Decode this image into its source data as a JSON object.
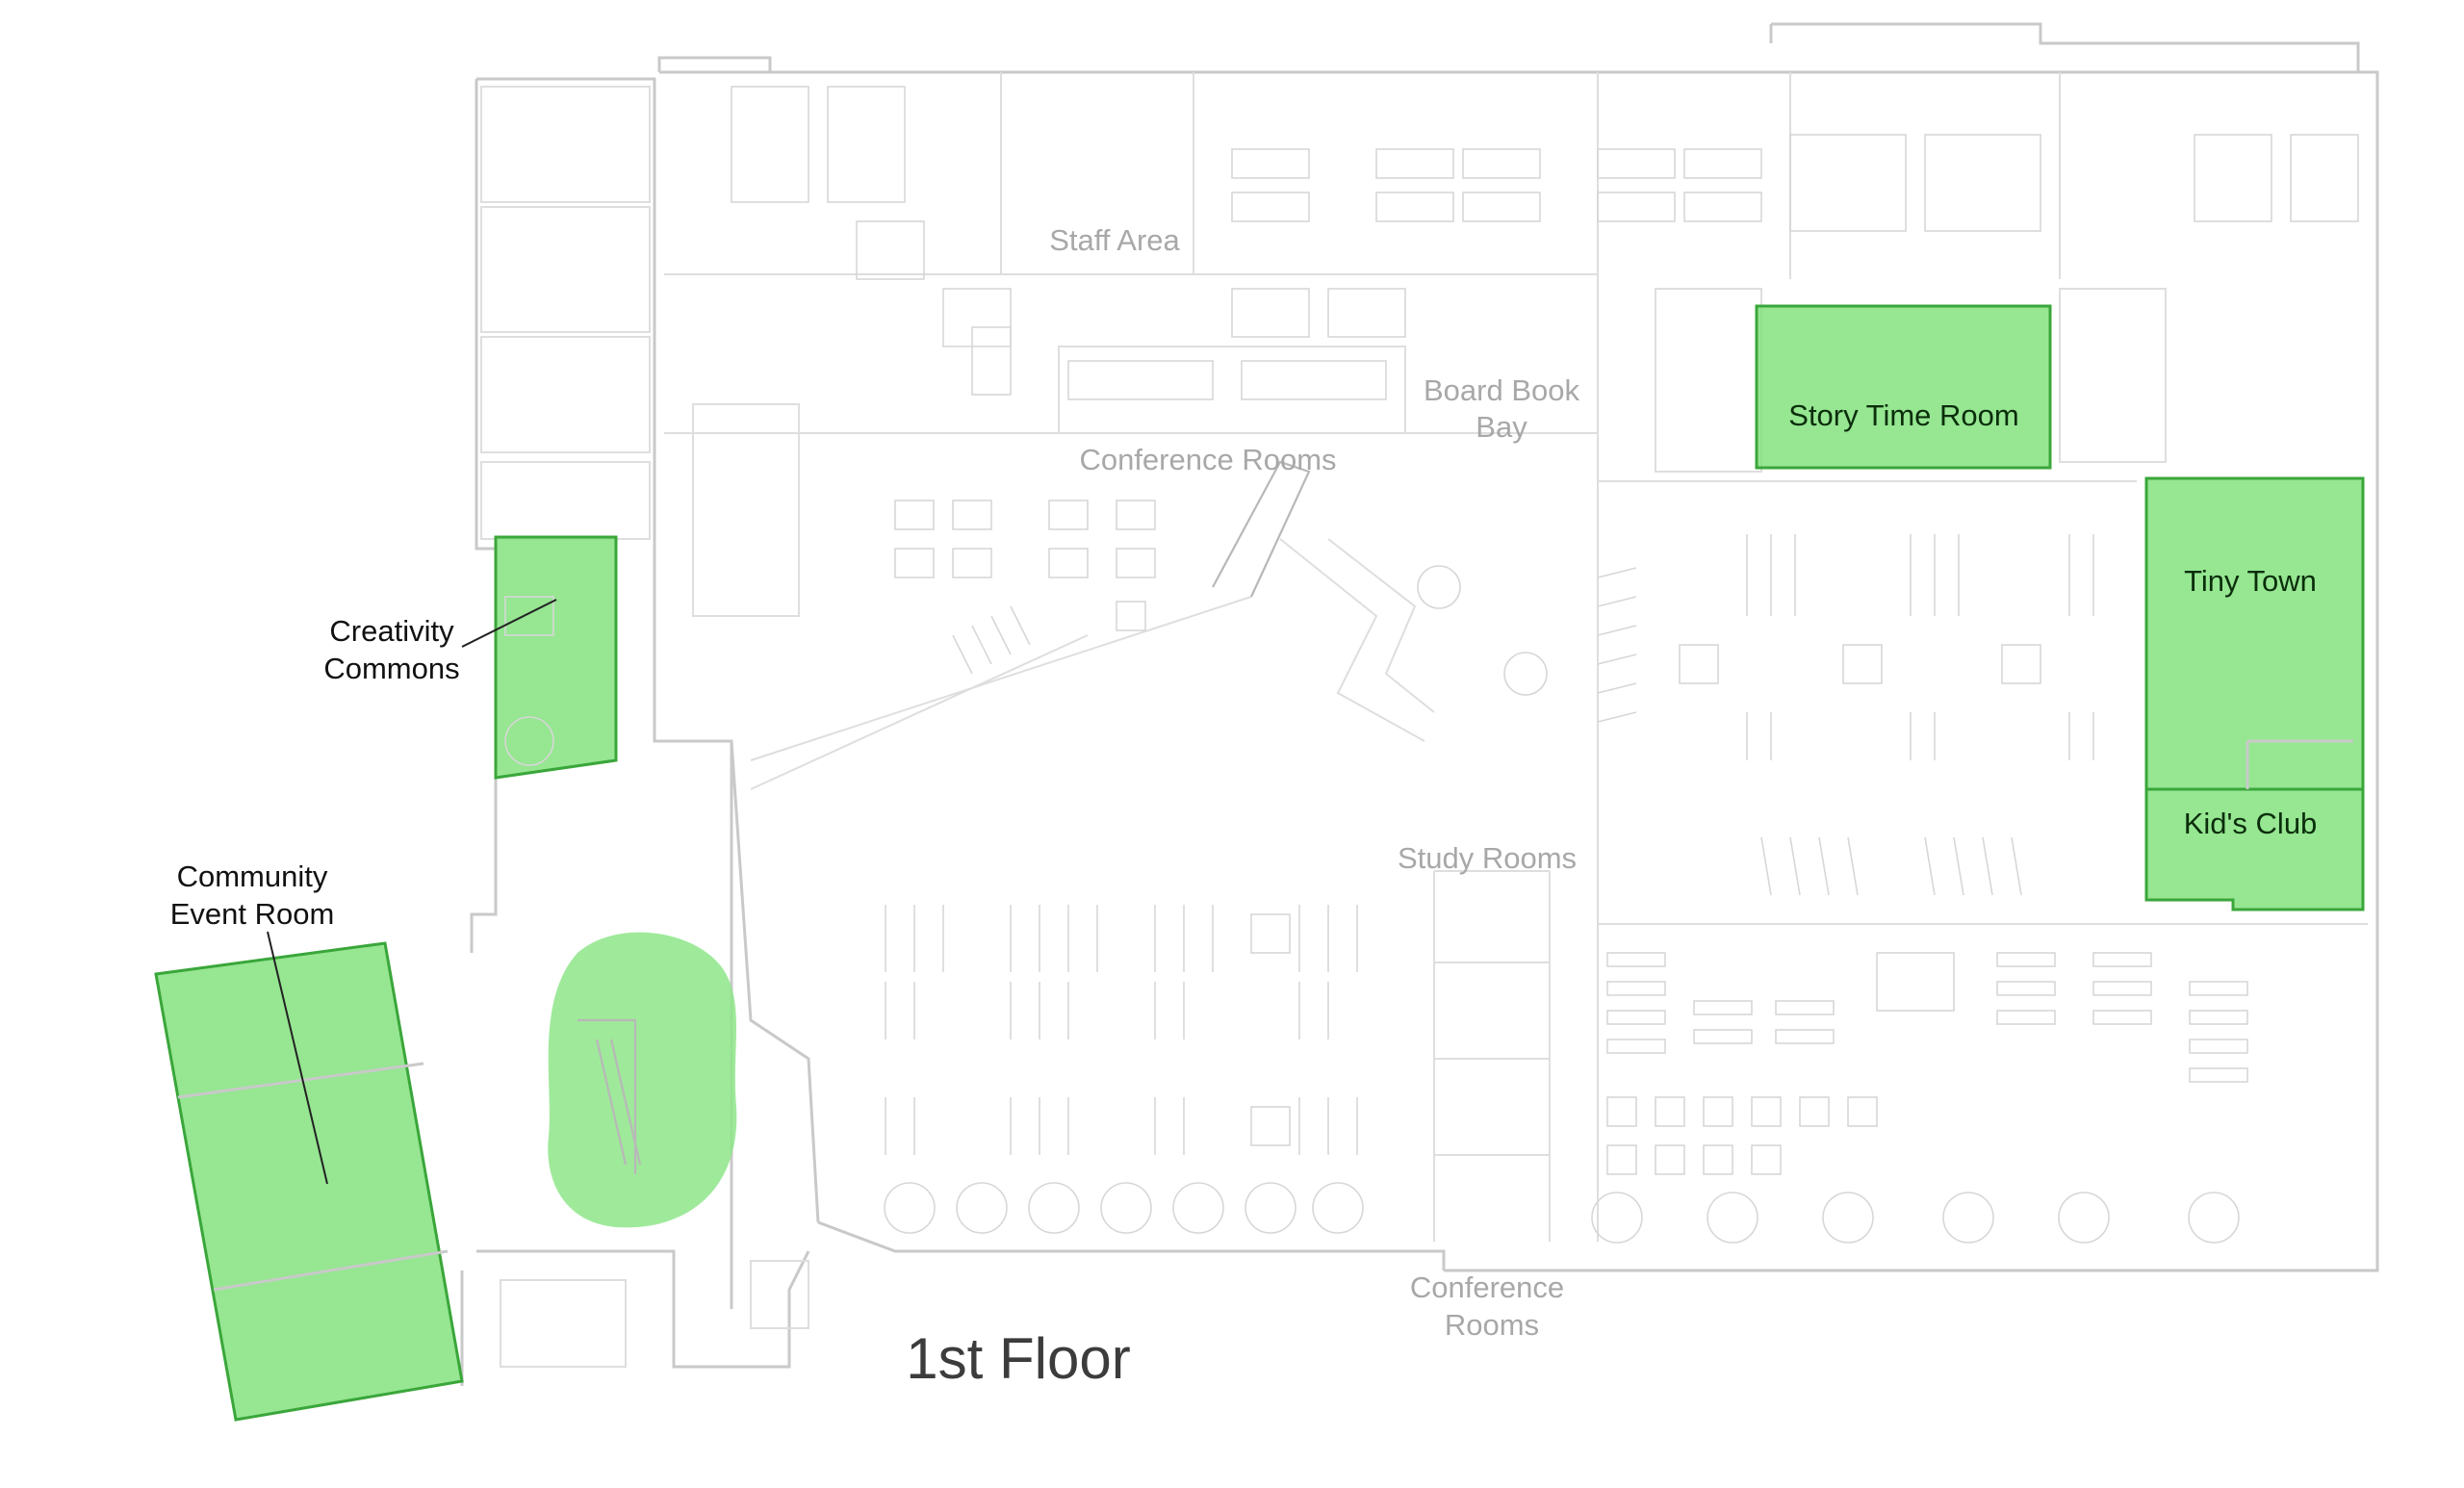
{
  "map": {
    "title": "1st Floor",
    "colors": {
      "highlight": "#7fe07a",
      "highlight_border": "#3aa63a",
      "wall": "#c9c9c9",
      "muted_label": "#a8a8a8"
    },
    "highlighted_areas": {
      "creativity_commons": {
        "line1": "Creativity",
        "line2": "Commons"
      },
      "community_event_room": {
        "line1": "Community",
        "line2": "Event Room"
      },
      "story_time_room": {
        "label": "Story Time Room"
      },
      "tiny_town": {
        "label": "Tiny Town"
      },
      "kids_club": {
        "label": "Kid's Club"
      }
    },
    "areas": {
      "staff_area": "Staff Area",
      "board_book_bay": {
        "line1": "Board Book",
        "line2": "Bay"
      },
      "conference_rooms_top": "Conference Rooms",
      "study_rooms": "Study Rooms",
      "conference_rooms_bottom": {
        "line1": "Conference",
        "line2": "Rooms"
      }
    }
  }
}
